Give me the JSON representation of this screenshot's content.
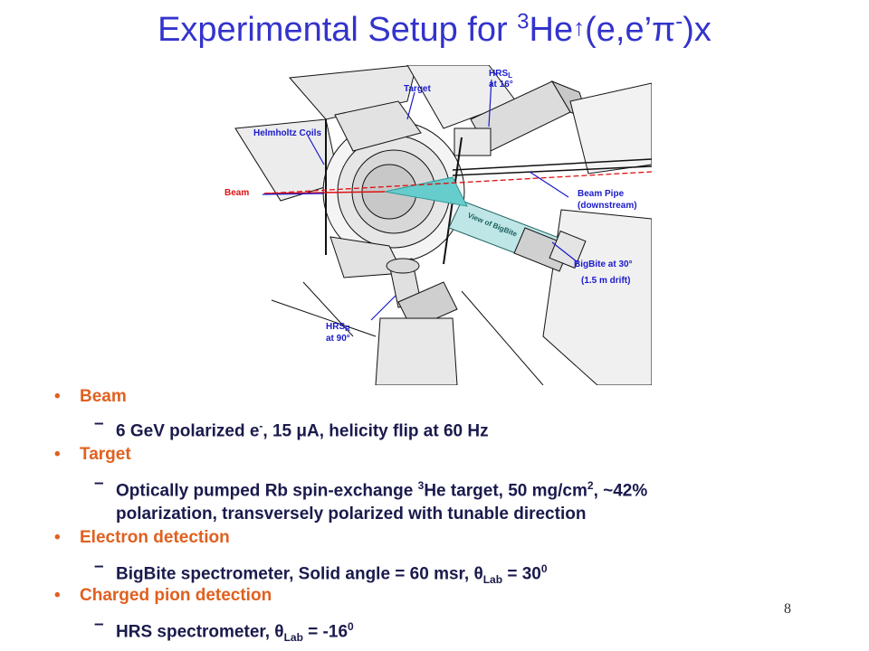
{
  "title": {
    "main": "Experimental Setup for ",
    "sup3": "3",
    "he": "He",
    "arrow": "↑",
    "paren": "(e,e’π",
    "minus": "-",
    "close": ")x"
  },
  "diagram": {
    "hrsl": "HRS",
    "hrsl_sub": "L",
    "hrsl_angle": "at 16°",
    "target": "Target",
    "helmholtz": "Helmholtz Coils",
    "beam": "Beam",
    "beampipe": "Beam Pipe",
    "downstream": "(downstream)",
    "viewbigbite": "View of BigBite",
    "bigbite": "BigBite at 30°",
    "drift": "(1.5 m drift)",
    "hrsr": "HRS",
    "hrsr_sub": "R",
    "hrsr_angle": "at 90°"
  },
  "bullets": {
    "beam_head": "Beam",
    "beam_line_a": "6 GeV polarized e",
    "beam_line_sup": "-",
    "beam_line_b": ", 15 μA, helicity flip at 60 Hz",
    "target_head": "Target",
    "target_a": "Optically pumped Rb spin-exchange ",
    "target_sup": "3",
    "target_b": "He target, 50 mg/cm",
    "target_sup2": "2",
    "target_c": ", ~42%",
    "target_line2": "polarization, transversely polarized with tunable direction",
    "electron_head": "Electron detection",
    "electron_a": "BigBite spectrometer, Solid angle = 60 msr, θ",
    "electron_sub": "Lab",
    "electron_b": " = 30",
    "electron_sup": "0",
    "pion_head": "Charged pion detection",
    "pion_a": "HRS spectrometer,  θ",
    "pion_sub": "Lab",
    "pion_b": " = -16",
    "pion_sup": "0"
  },
  "page_number": "8",
  "colors": {
    "title": "#3333cc",
    "bullet_head": "#e0601f",
    "bullet_text": "#1a1a4d",
    "label": "#1a1acc",
    "beam": "#dd1111"
  }
}
